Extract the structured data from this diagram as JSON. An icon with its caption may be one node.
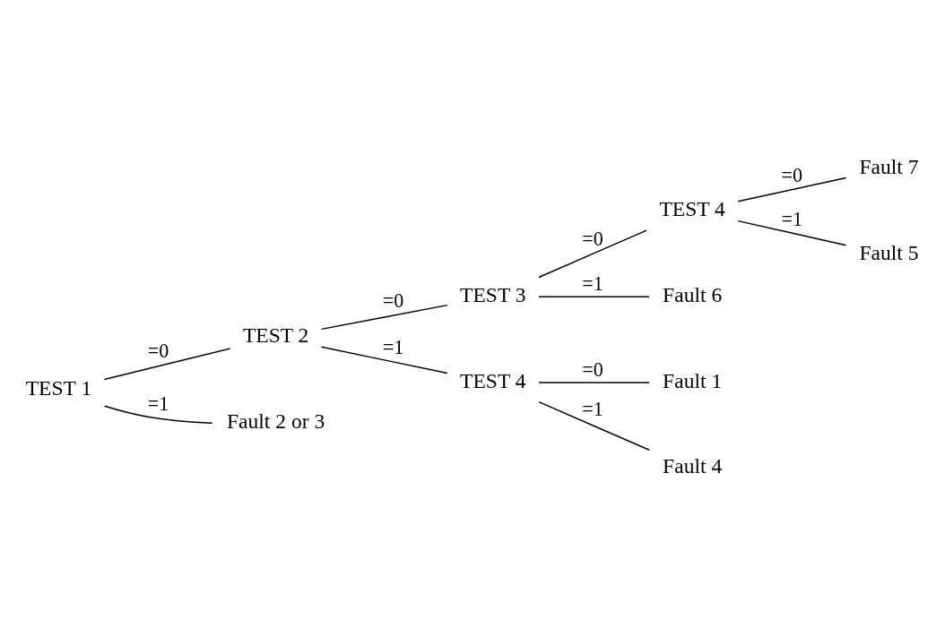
{
  "diagram": {
    "nodes": [
      {
        "text": [
          "TEST 1"
        ]
      },
      {
        "text": [
          "TEST 2"
        ]
      },
      {
        "text": [
          "Fault 2 or 3"
        ]
      },
      {
        "text": [
          "TEST 3"
        ]
      },
      {
        "text": [
          "TEST 4"
        ]
      },
      {
        "text": [
          "TEST 4"
        ]
      },
      {
        "text": [
          "Fault 6"
        ]
      },
      {
        "text": [
          "Fault 7"
        ]
      },
      {
        "text": [
          "Fault 5"
        ]
      },
      {
        "text": [
          "Fault 1"
        ]
      },
      {
        "text": [
          "Fault 4"
        ]
      }
    ],
    "edges": [
      {
        "from": 0,
        "to": 1,
        "arrow": "none",
        "label": "=0"
      },
      {
        "from": 0,
        "to": 2,
        "arrow": "none",
        "label": "=1"
      },
      {
        "from": 1,
        "to": 3,
        "arrow": "none",
        "label": "=0"
      },
      {
        "from": 1,
        "to": 4,
        "arrow": "none",
        "label": "=1"
      },
      {
        "from": 3,
        "to": 5,
        "arrow": "none",
        "label": "=0"
      },
      {
        "from": 3,
        "to": 6,
        "arrow": "none",
        "label": "=1"
      },
      {
        "from": 5,
        "to": 7,
        "arrow": "none",
        "label": "=0"
      },
      {
        "from": 5,
        "to": 8,
        "arrow": "none",
        "label": "=1"
      },
      {
        "from": 4,
        "to": 9,
        "arrow": "none",
        "label": "=0"
      },
      {
        "from": 4,
        "to": 10,
        "arrow": "none",
        "label": "=1"
      }
    ]
  }
}
